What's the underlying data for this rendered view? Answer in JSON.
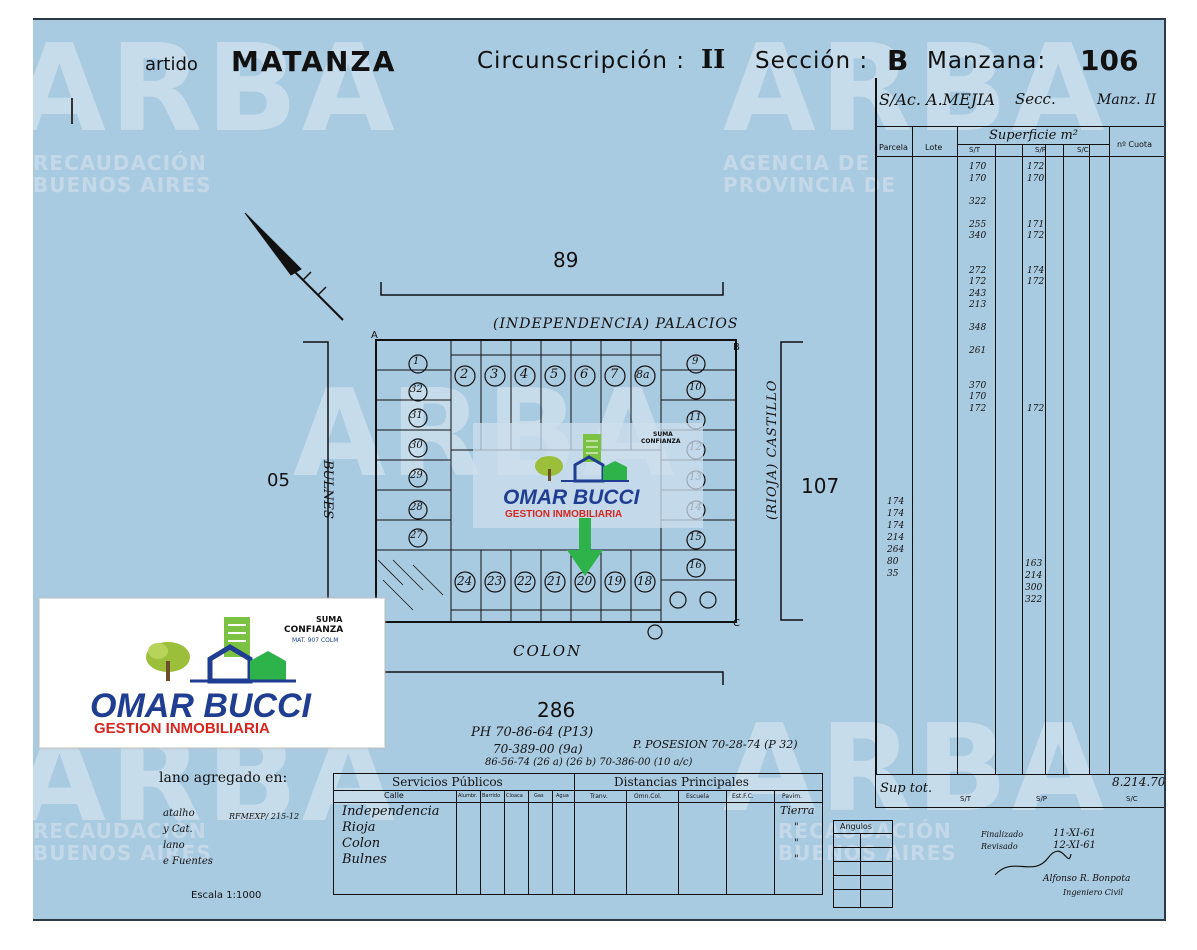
{
  "header": {
    "partido_label": "artido",
    "partido_value": "MATANZA",
    "circ_label": "Circunscripción :",
    "circ_value": "II",
    "seccion_label": "Sección :",
    "seccion_value": "B",
    "manzana_label": "Manzana:",
    "manzana_value": "106"
  },
  "watermarks": {
    "big": "ARBA",
    "line1": "RECAUDACIÓN",
    "line2": "BUENOS AIRES",
    "agency1": "AGENCIA DE",
    "agency2": "PROVINCIA DE"
  },
  "map": {
    "block_top": "89",
    "block_left": "05",
    "block_right": "107",
    "block_bottom": "286",
    "street_top": "(INDEPENDENCIA) PALACIOS",
    "street_left": "BULNES",
    "street_right": "(RIOJA) CASTILLO",
    "street_bottom": "COLON",
    "corner_a": "A",
    "corner_b": "B",
    "corner_c": "C",
    "parcels_top": [
      "2",
      "3",
      "4",
      "5",
      "6",
      "7",
      "8a"
    ],
    "parcels_left": [
      "1",
      "32",
      "31",
      "30",
      "29",
      "28",
      "27"
    ],
    "parcels_right": [
      "9",
      "10",
      "11",
      "12",
      "13",
      "14",
      "15",
      "16"
    ],
    "parcels_bottom": [
      "24",
      "23",
      "22",
      "21",
      "20",
      "19",
      "18"
    ],
    "notes": [
      "PH 70-86-64 (P13)",
      "70-389-00 (9a)",
      "P. POSESION 70-28-74 (P 32)",
      "86-56-74 (26 a) (26 b) 70-386-00 (10 a/c)"
    ]
  },
  "right_table": {
    "title": "S/Ac. A.MEJIA",
    "secc": "Secc.",
    "manz": "Manz. II",
    "col_parcela": "Parcela",
    "col_lote": "Lote",
    "col_superficie": "Superficie m²",
    "col_sub1": "S/T",
    "col_sub2": "S/P",
    "col_sub3": "S/C",
    "col_cuota": "nº Cuota",
    "values_st": [
      "170",
      "170",
      "",
      "322",
      "",
      "255",
      "340",
      "",
      "",
      "272",
      "172",
      "243",
      "213",
      "",
      "348",
      "",
      "261",
      "",
      "",
      "370",
      "170",
      "172"
    ],
    "values_sp": [
      "172",
      "170",
      "",
      "",
      "",
      "171",
      "172",
      "",
      "",
      "174",
      "172",
      "",
      "",
      "",
      "",
      "",
      "",
      "",
      "",
      "",
      "",
      "172"
    ],
    "extra_left": [
      "174",
      "174",
      "174",
      "214",
      "264",
      "80",
      "35"
    ],
    "extra_right": [
      "163",
      "214",
      "300",
      "322"
    ],
    "sup_tot_label": "Sup tot.",
    "sup_tot_value": "8.214.70",
    "st": "S/T",
    "sp": "S/P",
    "sc": "S/C"
  },
  "bottom": {
    "plano_label": "lano agregado en:",
    "plano_items": [
      "atalho",
      "y Cat.",
      "lano",
      "e Fuentes"
    ],
    "plano_ref": "RFMEXP/ 215-12",
    "escala": "Escala 1:1000",
    "servicios_title": "Servicios Públicos",
    "distancias_title": "Distancias Principales",
    "col_calle": "Calle",
    "cols_serv": [
      "Alumbr.",
      "Barrido",
      "Cloaca",
      "Gas",
      "Agua"
    ],
    "cols_dist": [
      "Tranv.",
      "Omn.Col.",
      "Escuela",
      "Est.F.C.",
      "Pavim."
    ],
    "calles": [
      "Independencia",
      "Rioja",
      "Colon",
      "Bulnes"
    ],
    "pavim": [
      "Tierra",
      "\"",
      "\"",
      "\""
    ],
    "angulos_label": "Angulos",
    "firma": "Alfonso R. Bonpota",
    "cargo": "Ingeniero Civil",
    "fecha1": "11-XI-61",
    "fecha2": "12-XI-61",
    "fin_label": "Finalizado",
    "rev_label": "Revisado"
  },
  "logo": {
    "brand": "OMAR BUCCI",
    "sub": "GESTION INMOBILIARIA",
    "suma": "SUMA",
    "confianza": "CONFIANZA",
    "matricula": "MAT. 907 COLM"
  },
  "logo_small": {
    "brand": "OMAR BUCCI",
    "sub": "GESTION INMOBILIARIA",
    "suma": "SUMA",
    "confianza": "CONFIANZA"
  },
  "colors": {
    "sheet": "#a9cbe2",
    "ink": "#111111",
    "arrow": "#2db34a",
    "brand_blue": "#1f3e91",
    "brand_red": "#d7261f"
  }
}
